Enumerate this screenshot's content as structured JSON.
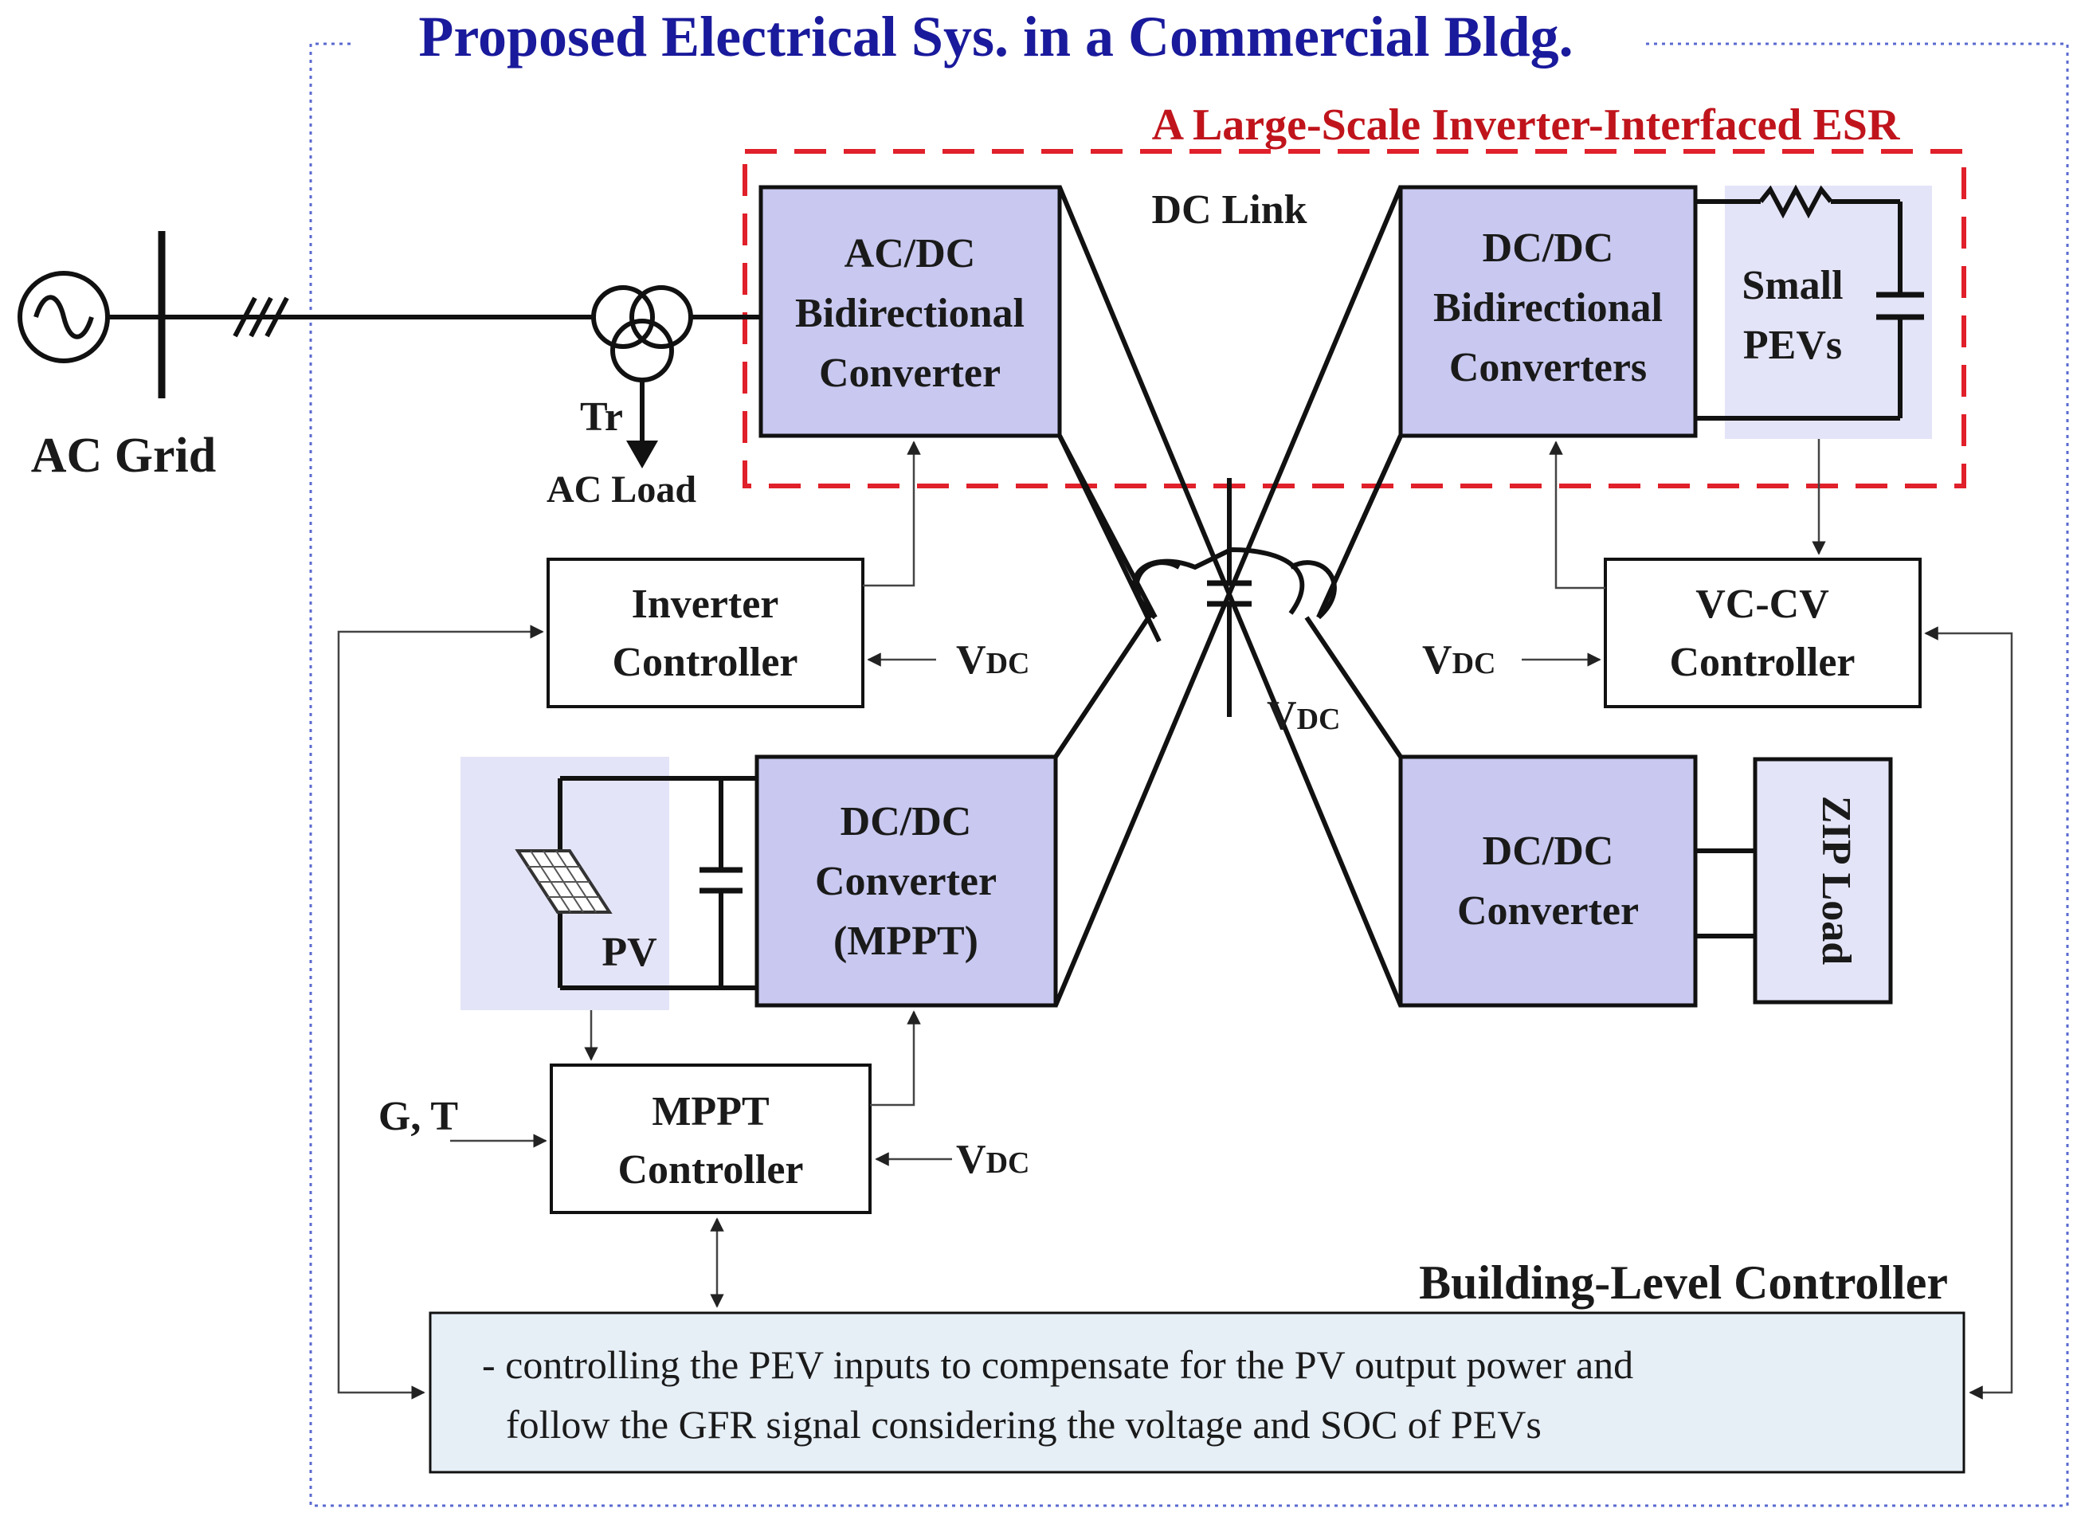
{
  "title": "Proposed Electrical Sys. in a Commercial Bldg.",
  "esr_title": "A Large-Scale Inverter-Interfaced ESR",
  "dc_link": "DC Link",
  "ac_grid": "AC Grid",
  "tr": "Tr",
  "ac_load": "AC Load",
  "acdc_box": [
    "AC/DC",
    "Bidirectional",
    "Converter"
  ],
  "dcdc_bidir_box": [
    "DC/DC",
    "Bidirectional",
    "Converters"
  ],
  "small_pevs": [
    "Small",
    "PEVs"
  ],
  "inverter_ctrl": [
    "Inverter",
    "Controller"
  ],
  "vccv_ctrl": [
    "VC-CV",
    "Controller"
  ],
  "vdc": {
    "main": "V",
    "sub": "DC"
  },
  "pv": "PV",
  "dcdc_mppt_box": [
    "DC/DC",
    "Converter",
    "(MPPT)"
  ],
  "dcdc_box": [
    "DC/DC",
    "Converter"
  ],
  "zip_load": "ZIP Load",
  "gt": "G, T",
  "mppt_ctrl": [
    "MPPT",
    "Controller"
  ],
  "building_ctrl_title": "Building-Level Controller",
  "building_ctrl_desc": [
    "- controlling the PEV inputs to compensate for the PV output power and",
    "follow the GFR signal considering the voltage and SOC of PEVs"
  ],
  "colors": {
    "title": "#1a1a9c",
    "esr": "#c0141c",
    "converter_fill": "#c8c8f0",
    "shade_fill": "#e4e4f8",
    "controller_fill": "#e6eef6",
    "frame": "#5a6ad0"
  }
}
